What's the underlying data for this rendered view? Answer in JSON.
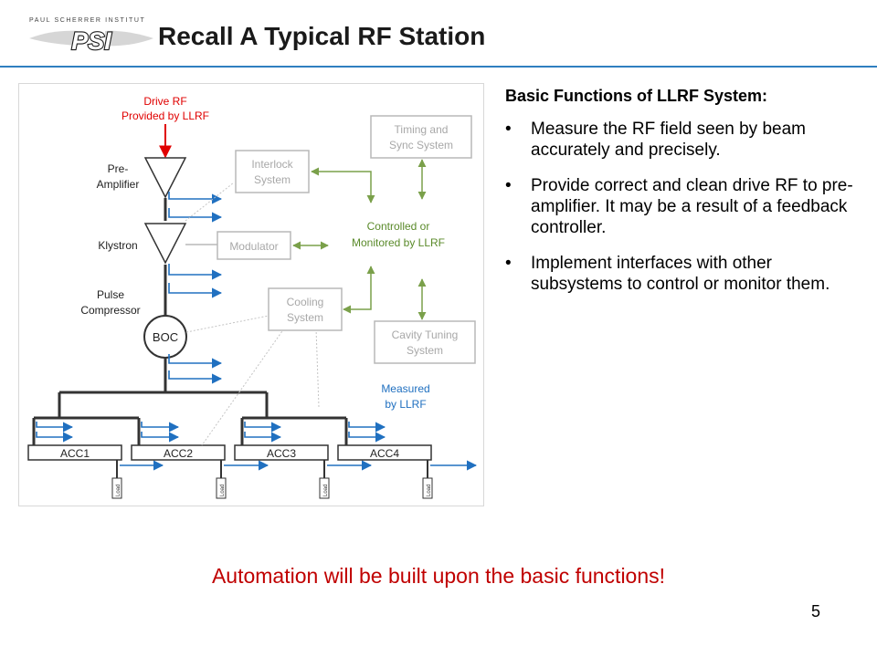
{
  "logo": {
    "institute": "PAUL SCHERRER INSTITUT",
    "mark": "PSI"
  },
  "title": "Recall A Typical RF Station",
  "colors": {
    "title_rule": "#2f7fc0",
    "conclusion": "#c00000",
    "drive": "#e00000",
    "measured": "#2070c0",
    "controlled": "#5a8a2a",
    "muted": "#b8b8b8"
  },
  "diagram": {
    "drive_rf_line1": "Drive RF",
    "drive_rf_line2": "Provided by LLRF",
    "pre_amplifier_line1": "Pre-",
    "pre_amplifier_line2": "Amplifier",
    "klystron": "Klystron",
    "pulse_compressor_line1": "Pulse",
    "pulse_compressor_line2": "Compressor",
    "boc": "BOC",
    "interlock_line1": "Interlock",
    "interlock_line2": "System",
    "modulator": "Modulator",
    "cooling_line1": "Cooling",
    "cooling_line2": "System",
    "timing_line1": "Timing and",
    "timing_line2": "Sync System",
    "cavity_line1": "Cavity Tuning",
    "cavity_line2": "System",
    "controlled_line1": "Controlled or",
    "controlled_line2": "Monitored by LLRF",
    "measured_line1": "Measured",
    "measured_line2": "by LLRF",
    "load_label": "Load",
    "accelerators": [
      "ACC1",
      "ACC2",
      "ACC3",
      "ACC4"
    ]
  },
  "info": {
    "heading": "Basic Functions of LLRF System:",
    "bullets": [
      {
        "marker": "•",
        "text": "Measure the RF field seen by beam accurately and precisely."
      },
      {
        "marker": "•",
        "text": "Provide correct and clean drive RF to pre-amplifier. It may be a result of a feedback controller."
      },
      {
        "marker": "•",
        "text": "Implement interfaces with other subsystems to control or monitor them."
      }
    ]
  },
  "conclusion": "Automation will be built upon the basic functions!",
  "page_number": "5"
}
